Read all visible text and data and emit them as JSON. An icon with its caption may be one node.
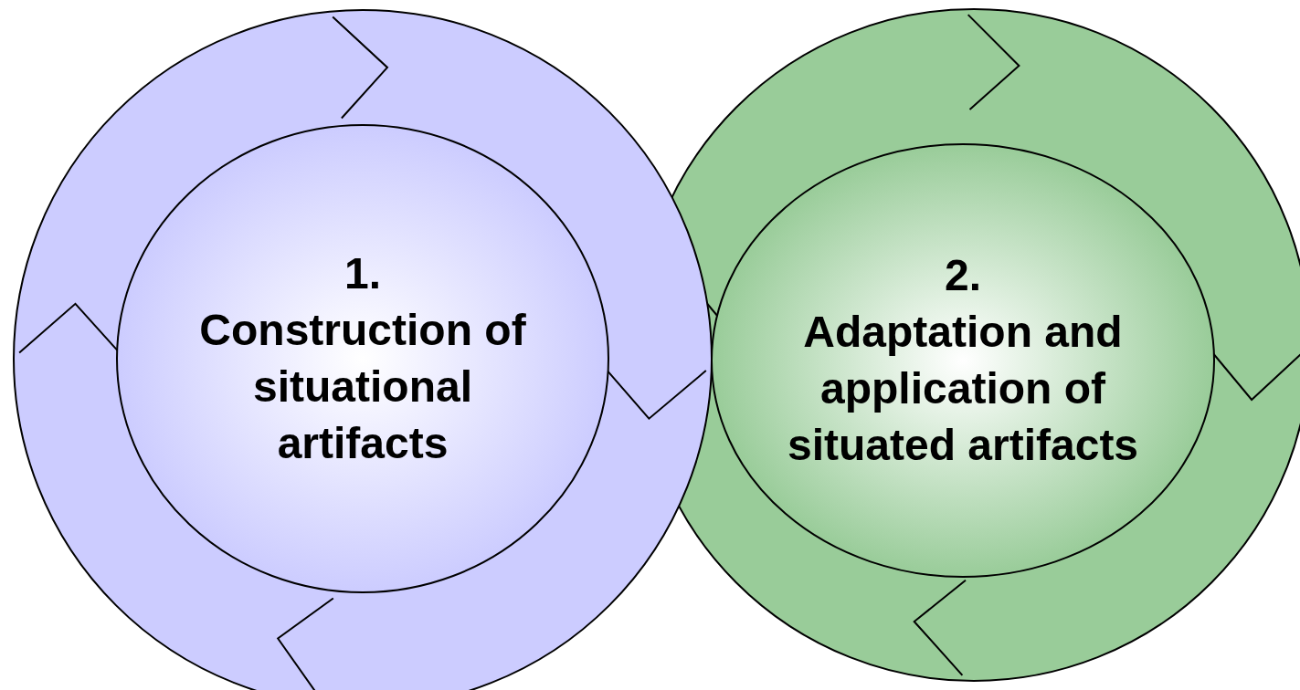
{
  "diagram": {
    "nodes": [
      {
        "text": [
          "1.",
          "Construction of situational artifacts"
        ]
      },
      {
        "text": [
          "2.",
          "Adaptation and application of situated artifacts"
        ]
      }
    ]
  }
}
